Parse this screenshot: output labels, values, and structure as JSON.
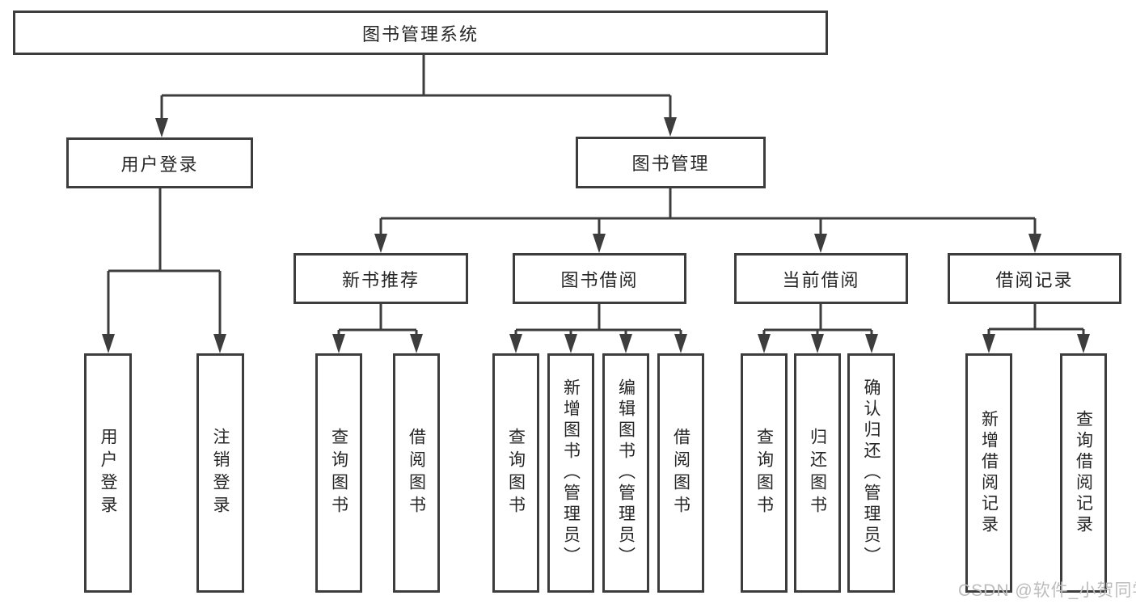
{
  "tree": {
    "label": "图书管理系统",
    "children": [
      {
        "label": "用户登录",
        "children": [
          {
            "label": "用户登录"
          },
          {
            "label": "注销登录"
          }
        ]
      },
      {
        "label": "图书管理",
        "children": [
          {
            "label": "新书推荐",
            "children": [
              {
                "label": "查询图书"
              },
              {
                "label": "借阅图书"
              }
            ]
          },
          {
            "label": "图书借阅",
            "children": [
              {
                "label": "查询图书"
              },
              {
                "label": "新增图书（管理员）"
              },
              {
                "label": "编辑图书（管理员）"
              },
              {
                "label": "借阅图书"
              }
            ]
          },
          {
            "label": "当前借阅",
            "children": [
              {
                "label": "查询图书"
              },
              {
                "label": "归还图书"
              },
              {
                "label": "确认归还（管理员）"
              }
            ]
          },
          {
            "label": "借阅记录",
            "children": [
              {
                "label": "新增借阅记录"
              },
              {
                "label": "查询借阅记录"
              }
            ]
          }
        ]
      }
    ]
  },
  "watermark": {
    "text": "CSDN @软件_小贺同学"
  },
  "colors": {
    "background": "#ffffff",
    "box_fill": "#ffffff",
    "box_border": "#3d3d3d",
    "line": "#3d3d3d",
    "text": "#262626",
    "watermark": "#bcbcbc"
  }
}
